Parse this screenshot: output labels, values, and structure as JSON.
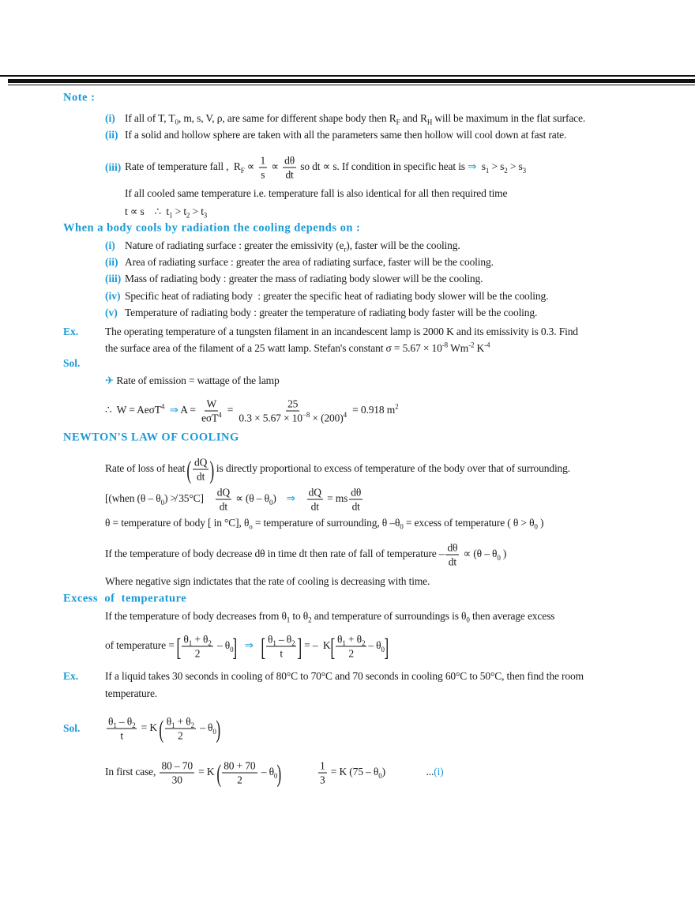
{
  "colors": {
    "accent": "#1a9ad6",
    "text": "#1a1a1a"
  },
  "lines": [
    {
      "heading": "Note :"
    },
    {
      "label": "(i)",
      "segs": [
        "If all of T, T",
        {
          "s": "0"
        },
        ", m, s, V, ρ, are same for different shape body then R",
        {
          "s": "F"
        },
        " and R",
        {
          "s": "H"
        },
        " will be maximum in the flat surface."
      ]
    },
    {
      "label": "(ii)",
      "segs": [
        "If a solid and hollow sphere are taken with all the parameters same then hollow will cool down at fast rate."
      ]
    },
    {
      "label": "(iii)",
      "segs": [
        "Rate of temperature fall ,  R",
        {
          "s": "F"
        },
        " ∝ ",
        {
          "f": {
            "n": [
              "1"
            ],
            "d": [
              "s"
            ]
          }
        },
        " ∝ ",
        {
          "f": {
            "n": [
              "dθ"
            ],
            "d": [
              "dt"
            ]
          }
        },
        " so dt ∝ s. If condition in specific heat is ",
        {
          "b": "⇒"
        },
        "  s",
        {
          "s": "1"
        },
        " > s",
        {
          "s": "2"
        },
        " > s",
        {
          "s": "3"
        }
      ]
    },
    {
      "segs": [
        "If all cooled same temperature i.e. temperature fall is also identical for all then required time"
      ]
    },
    {
      "segs": [
        "t ∝ s    ∴  t",
        {
          "s": "1"
        },
        " > t",
        {
          "s": "2"
        },
        " > t",
        {
          "s": "3"
        }
      ]
    },
    {
      "heading": "When a body cools by radiation the cooling depends on :"
    },
    {
      "label": "(i)",
      "segs": [
        "Nature of radiating surface : greater the emissivity (e",
        {
          "s": "r"
        },
        "), faster will be the cooling."
      ]
    },
    {
      "label": "(ii)",
      "segs": [
        "Area of radiating surface : greater the area of radiating surface, faster will be the cooling."
      ]
    },
    {
      "label": "(iii)",
      "segs": [
        "Mass of radiating body : greater the mass of radiating body slower will be the cooling."
      ]
    },
    {
      "label": "(iv)",
      "segs": [
        "Specific heat of radiating body  : greater the specific heat of radiating body slower will be the cooling."
      ]
    },
    {
      "label": "(v)",
      "segs": [
        "Temperature of radiating body : greater the temperature of radiating body faster will be the cooling."
      ]
    },
    {
      "label": "Ex.",
      "segs": [
        "The operating temperature of a tungsten filament in an incandescent lamp is 2000 K and its emissivity is 0.3. Find"
      ]
    },
    {
      "segs": [
        "the surface area of the filament of a 25 watt lamp. Stefan's constant σ = 5.67 × 10",
        {
          "p": "-8"
        },
        " Wm",
        {
          "p": "-2"
        },
        " K",
        {
          "p": "-4"
        }
      ]
    },
    {
      "label": "Sol."
    },
    {
      "segs": [
        {
          "b": "✈"
        },
        " Rate of emission = wattage of the lamp"
      ]
    },
    {
      "segs": [
        "∴  W = AeσT",
        {
          "p": "4"
        },
        "  ",
        {
          "b": "⇒"
        },
        " A = ",
        {
          "f": {
            "n": [
              "W"
            ],
            "d": [
              "eσT",
              {
                "p": "4"
              }
            ]
          }
        },
        " = ",
        {
          "f": {
            "n": [
              "25"
            ],
            "d": [
              "0.3 × 5.67 × 10",
              {
                "p": "−8"
              },
              " × (200)",
              {
                "p": "4"
              }
            ]
          }
        },
        " = 0.918 m",
        {
          "p": "2"
        }
      ]
    },
    {
      "heading": "NEWTON'S LAW OF COOLING"
    },
    {
      "segs": [
        "Rate of loss of heat ",
        {
          "br": "("
        },
        {
          "f": {
            "n": [
              "dQ"
            ],
            "d": [
              "dt"
            ]
          }
        },
        {
          "br": ")"
        },
        " is directly proportional to excess of temperature of the body over that of surrounding."
      ]
    },
    {
      "segs": [
        "[(when (θ – θ",
        {
          "s": "0"
        },
        ") ≯ 35°C]    ",
        {
          "f": {
            "n": [
              "dQ"
            ],
            "d": [
              "dt"
            ]
          }
        },
        " ∝ (θ – θ",
        {
          "s": "0"
        },
        ")    ",
        {
          "b": "⇒"
        },
        "    ",
        {
          "f": {
            "n": [
              "dQ"
            ],
            "d": [
              "dt"
            ]
          }
        },
        " = ms",
        {
          "f": {
            "n": [
              "dθ"
            ],
            "d": [
              "dt"
            ]
          }
        }
      ]
    },
    {
      "segs": [
        "θ = temperature of body [ in °C], θ",
        {
          "s": "o"
        },
        " = temperature of surrounding, θ –θ",
        {
          "s": "0"
        },
        " = excess of temperature ( θ > θ",
        {
          "s": "0"
        },
        " )"
      ]
    },
    {
      "segs": [
        "If the temperature of body decrease dθ in time dt then rate of fall of temperature –",
        {
          "f": {
            "n": [
              "dθ"
            ],
            "d": [
              "dt"
            ]
          }
        },
        " ∝ (θ – θ",
        {
          "s": "0"
        },
        " )"
      ]
    },
    {
      "segs": [
        "Where negative sign indictates that the rate of cooling is decreasing with time."
      ]
    },
    {
      "heading": "Excess  of  temperature"
    },
    {
      "segs": [
        "If the temperature of body decreases from θ",
        {
          "s": "1"
        },
        " to θ",
        {
          "s": "2"
        },
        " and temperature of surroundings is θ",
        {
          "s": "0"
        },
        " then average excess"
      ]
    },
    {
      "segs": [
        "of temperature = ",
        {
          "br": "["
        },
        {
          "f": {
            "n": [
              "θ",
              {
                "s": "1"
              },
              " + θ",
              {
                "s": "2"
              }
            ],
            "d": [
              "2"
            ]
          }
        },
        " – θ",
        {
          "s": "0"
        },
        {
          "br": "]"
        },
        "   ",
        {
          "b": "⇒"
        },
        "   ",
        {
          "br": "["
        },
        {
          "f": {
            "n": [
              "θ",
              {
                "s": "1"
              },
              " – θ",
              {
                "s": "2"
              }
            ],
            "d": [
              "t"
            ]
          }
        },
        {
          "br": "]"
        },
        " = –  K",
        {
          "br": "["
        },
        {
          "f": {
            "n": [
              "θ",
              {
                "s": "1"
              },
              " + θ",
              {
                "s": "2"
              }
            ],
            "d": [
              "2"
            ]
          }
        },
        "– θ",
        {
          "s": "0"
        },
        {
          "br": "]"
        }
      ]
    },
    {
      "label": "Ex.",
      "segs": [
        "If a liquid takes 30 seconds in cooling of 80°C to 70°C and 70 seconds in cooling 60°C to 50°C, then find the room"
      ]
    },
    {
      "segs": [
        "temperature."
      ]
    },
    {
      "label": "Sol.",
      "segs": [
        {
          "f": {
            "n": [
              "θ",
              {
                "s": "1"
              },
              " – θ",
              {
                "s": "2"
              }
            ],
            "d": [
              "t"
            ]
          }
        },
        " = K ",
        {
          "br": "("
        },
        {
          "f": {
            "n": [
              "θ",
              {
                "s": "1"
              },
              " + θ",
              {
                "s": "2"
              }
            ],
            "d": [
              "2"
            ]
          }
        },
        " – θ",
        {
          "s": "0"
        },
        {
          "br": ")"
        }
      ]
    },
    {
      "segs": [
        "In first case, ",
        {
          "f": {
            "n": [
              "80 – 70"
            ],
            "d": [
              "30"
            ]
          }
        },
        " = K ",
        {
          "br": "("
        },
        {
          "f": {
            "n": [
              "80 + 70"
            ],
            "d": [
              "2"
            ]
          }
        },
        " – θ",
        {
          "s": "0"
        },
        {
          "br": ")"
        },
        "              ",
        {
          "f": {
            "n": [
              "1"
            ],
            "d": [
              "3"
            ]
          }
        },
        " = K (75 – θ",
        {
          "s": "0"
        },
        ")                ...",
        {
          "b": "(i)"
        }
      ]
    }
  ]
}
